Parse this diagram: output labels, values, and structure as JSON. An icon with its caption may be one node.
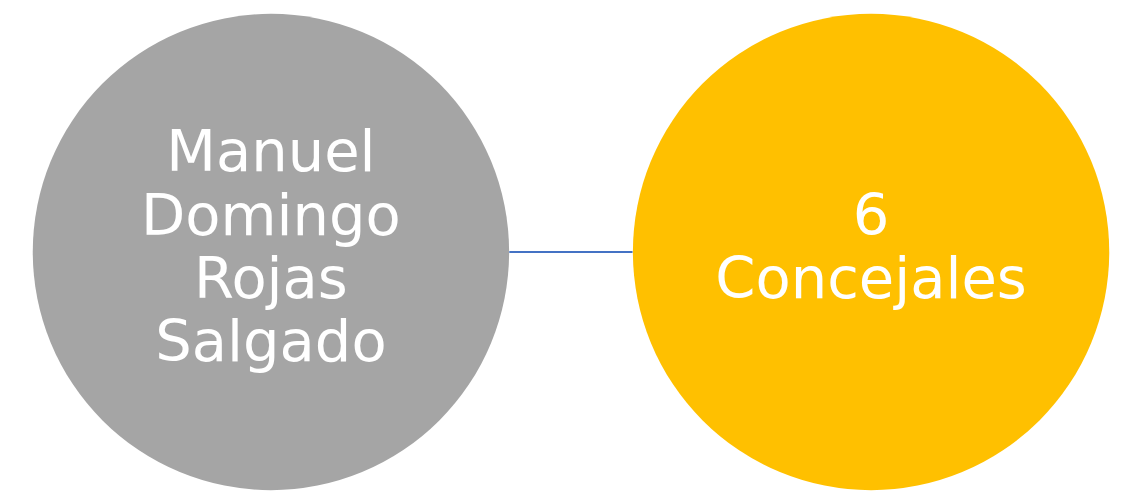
{
  "diagram": {
    "nodes": [
      {
        "text": [
          "Manuel Domingo Rojas Salgado"
        ]
      },
      {
        "text": [
          "6 Concejales"
        ]
      }
    ],
    "edges": [
      {
        "from": 0,
        "to": 1,
        "arrow": "none"
      }
    ]
  }
}
